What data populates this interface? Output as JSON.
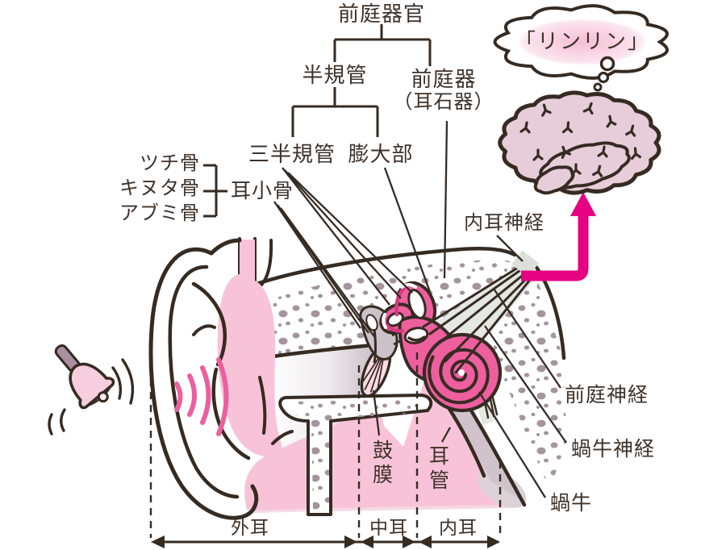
{
  "labels": {
    "vestibular_organ": "前庭器官",
    "semicircular_canal": "半規管",
    "vestibule_line1": "前庭器",
    "vestibule_line2": "（耳石器）",
    "three_semicircular_canals": "三半規管",
    "ampulla": "膨大部",
    "malleus": "ツチ骨",
    "incus": "キヌタ骨",
    "stapes": "アブミ骨",
    "ossicles": "耳小骨",
    "inner_ear_nerve": "内耳神経",
    "vestibular_nerve": "前庭神経",
    "cochlear_nerve": "蝸牛神経",
    "cochlea": "蝸牛",
    "eardrum": "鼓膜",
    "eustachian_tube": "耳管",
    "outer_ear": "外耳",
    "middle_ear": "中耳",
    "inner_ear": "内耳",
    "sound_bubble": "「リンリン」"
  },
  "colors": {
    "ink": "#362b22",
    "text": "#3e322a",
    "flesh": "#f8c3d8",
    "flesh_soft": "#f5d9e4",
    "eardrum": "#fbd9e5",
    "inner_pink": "#ee5f9e",
    "inner_accent": "#d63a80",
    "wave_pink": "#ec5f9e",
    "arrow_magenta": "#e60082",
    "brain_pink": "#e7cdda",
    "bubble_pink": "#f6bdd6",
    "speckle": "#a4949b",
    "canal_gray": "#c7bcc3",
    "tube_gray": "#cdc3ca",
    "tube_soft": "#dcd2d8",
    "ossicle_gray": "#ccc2c9",
    "nerve_stub": "#dcdfda",
    "nerve_wedge": "#e4e7e2",
    "bell_pink": "#f7cede",
    "bell_handle": "#a8909f",
    "clapper": "#fce7ef"
  }
}
